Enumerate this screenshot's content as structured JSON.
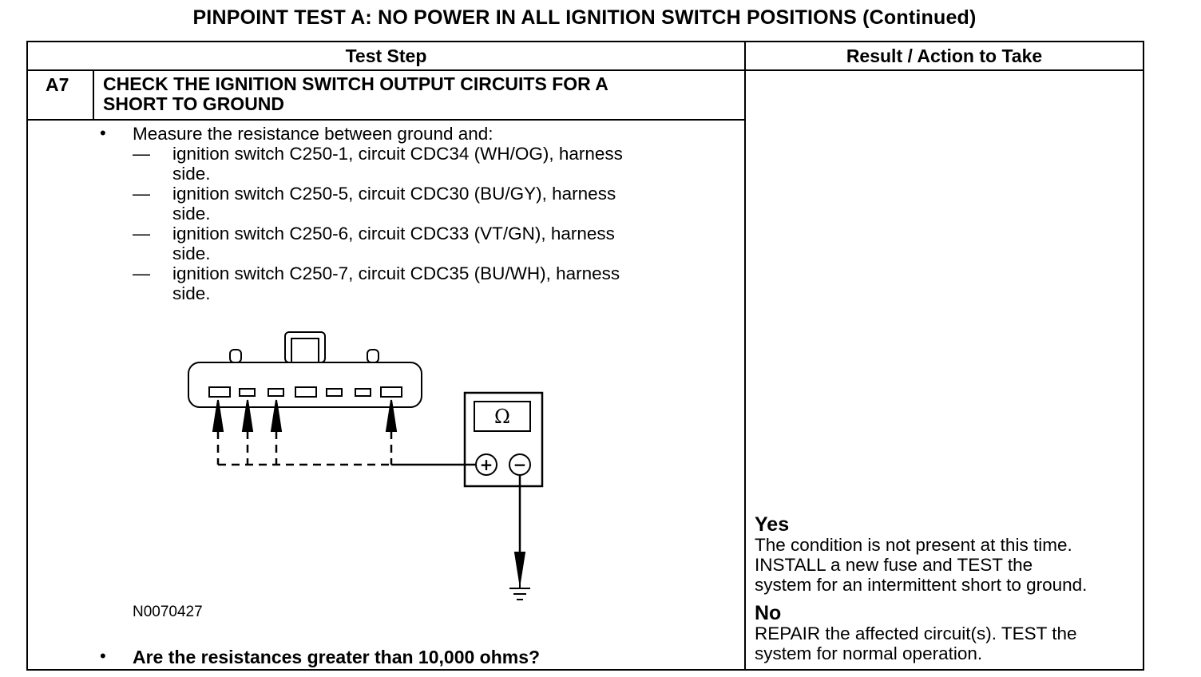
{
  "title": "PINPOINT TEST  A: NO POWER IN ALL IGNITION SWITCH POSITIONS (Continued)",
  "table": {
    "col_test_step": "Test Step",
    "col_result": "Result / Action to Take"
  },
  "step": {
    "id": "A7",
    "title_line1": "CHECK THE IGNITION SWITCH OUTPUT CIRCUITS FOR A",
    "title_line2": "SHORT TO GROUND",
    "measure_text": "Measure the resistance between ground and:",
    "bullet": "•",
    "dash": "—",
    "items": [
      {
        "line1": "ignition switch C250-1, circuit CDC34 (WH/OG), harness",
        "line2": "side."
      },
      {
        "line1": "ignition switch C250-5, circuit CDC30 (BU/GY), harness",
        "line2": "side."
      },
      {
        "line1": "ignition switch C250-6, circuit CDC33 (VT/GN), harness",
        "line2": "side."
      },
      {
        "line1": "ignition switch C250-7, circuit CDC35 (BU/WH), harness",
        "line2": "side."
      }
    ],
    "figure_id": "N0070427",
    "ohm_symbol": "Ω",
    "plus_symbol": "+",
    "minus_symbol": "−",
    "question": "Are the resistances greater than 10,000 ohms?"
  },
  "results": {
    "yes_label": "Yes",
    "yes_lines": [
      "The condition is not present at this time.",
      "INSTALL a new fuse and TEST the",
      "system for an intermittent short to ground."
    ],
    "no_label": "No",
    "no_lines": [
      "REPAIR the affected circuit(s). TEST the",
      "system for normal operation."
    ]
  }
}
